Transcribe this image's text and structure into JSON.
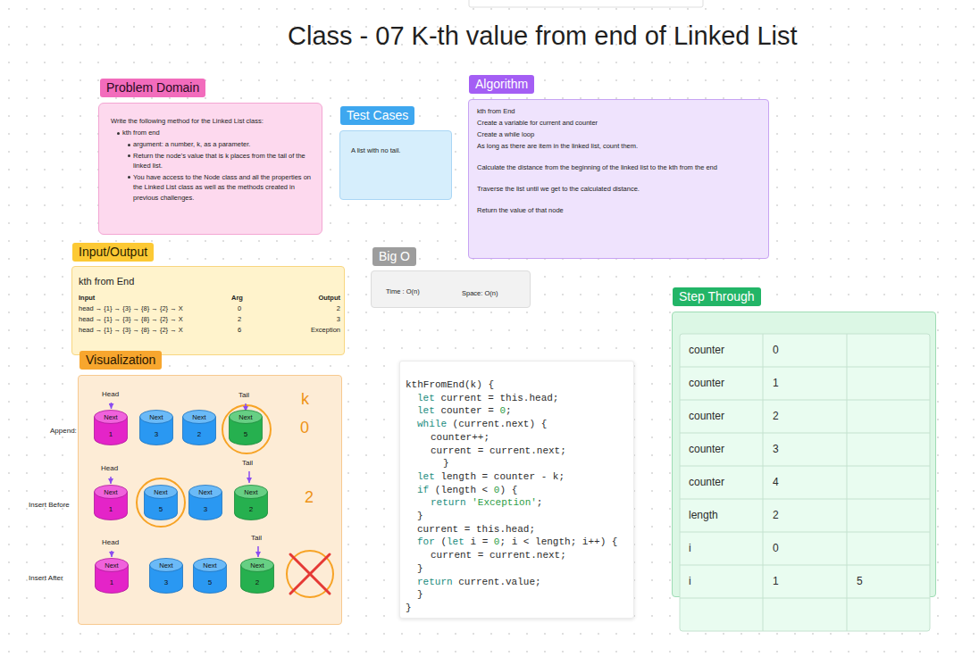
{
  "diagram": {
    "title": "Class - 07 K-th value from end of Linked List",
    "nodes": [
      {
        "text": [
          "Problem Domain",
          "Write the following method for the Linked List class:",
          "kth from end",
          "argument: a number, k, as a parameter.",
          "Return the node's value that is k places from the tail of the linked list.",
          "You have access to the Node class and all the properties on the Linked List class as well as the methods created in previous challenges."
        ]
      },
      {
        "text": [
          "Test Cases",
          "A list with no tail."
        ]
      },
      {
        "text": [
          "Algorithm",
          "kth from End",
          "Create a variable for current and counter",
          "Create a while loop",
          "As long as there are item in the linked list, count them.",
          "Calculate the distance from the beginning of the linked list to the kth from the end",
          "Traverse the list until we get to the calculated distance.",
          "Return the value of that node"
        ]
      },
      {
        "text": [
          "Input/Output",
          "kth from End",
          "Input",
          "Arg",
          "Output",
          "head → {1} → {3} → {8} → {2} → X",
          "0",
          "2",
          "head → {1} → {3} → {8} → {2} → X",
          "2",
          "3",
          "head → {1} → {3} → {8} → {2} → X",
          "6",
          "Exception"
        ]
      },
      {
        "text": [
          "Big O",
          "Time : O(n)",
          "Space: O(n)"
        ]
      },
      {
        "text": [
          "Step Through",
          "counter",
          "0",
          "counter",
          "1",
          "counter",
          "2",
          "counter",
          "3",
          "counter",
          "4",
          "length",
          "2",
          "i",
          "0",
          "i",
          "1",
          "5"
        ]
      },
      {
        "text": [
          "Visualization"
        ]
      },
      {
        "text": [
          "Next",
          "1"
        ],
        "in": 6
      },
      {
        "text": [
          "Next",
          "3"
        ],
        "in": 6
      },
      {
        "text": [
          "Next",
          "2"
        ],
        "in": 6
      },
      {
        "text": [
          "Next",
          "5"
        ],
        "in": 6
      },
      {
        "text": [
          "Next",
          "1"
        ],
        "in": 6
      },
      {
        "text": [
          "Next",
          "5"
        ],
        "in": 6
      },
      {
        "text": [
          "Next",
          "3"
        ],
        "in": 6
      },
      {
        "text": [
          "Next",
          "2"
        ],
        "in": 6
      },
      {
        "text": [
          "Next",
          "1"
        ],
        "in": 6
      },
      {
        "text": [
          "Next",
          "3"
        ],
        "in": 6
      },
      {
        "text": [
          "Next",
          "5"
        ],
        "in": 6
      },
      {
        "text": [
          "Next",
          "2"
        ],
        "in": 6
      },
      {
        "text": [
          "kthFromEnd(k) {",
          "let current = this.head;",
          "let counter = 0;",
          "while (current.next) {",
          "counter++;",
          "current = current.next;",
          "}",
          "let length = counter - k;",
          "if (length < 0) {",
          "return 'Exception';",
          "}",
          "current = this.head;",
          "for (let i = 0; i < length; i++) {",
          "current = current.next;",
          "}",
          "return current.value;",
          "}",
          "}"
        ]
      }
    ],
    "labels": [
      "Head",
      "Tail",
      "k",
      "0",
      "Append:",
      "Head",
      "Tail",
      "2",
      "Insert Before",
      "Head",
      "Tail",
      "Insert After"
    ]
  }
}
